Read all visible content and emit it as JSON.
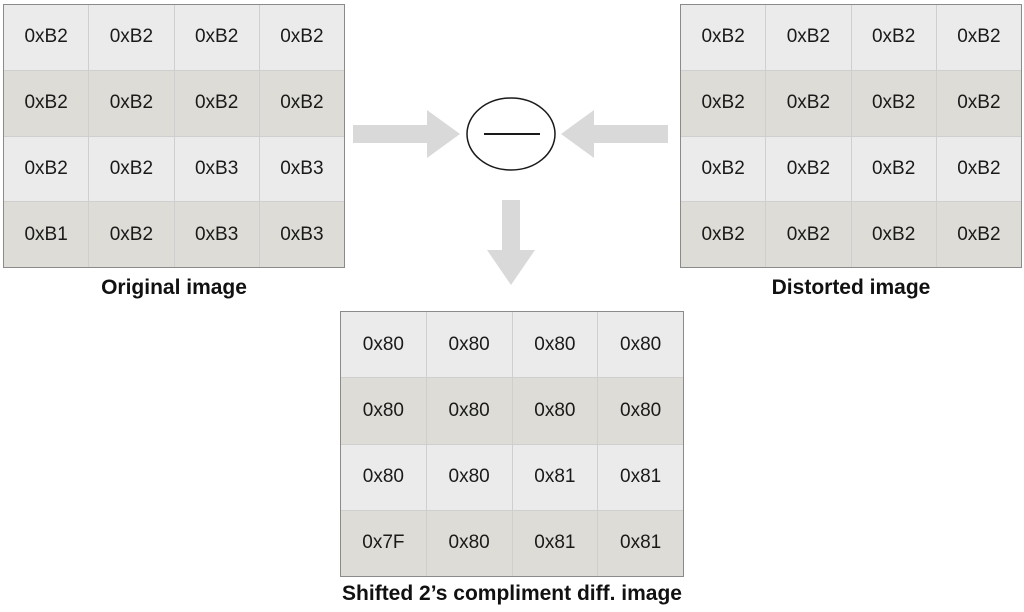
{
  "original": {
    "caption": "Original image",
    "rows": [
      [
        "0xB2",
        "0xB2",
        "0xB2",
        "0xB2"
      ],
      [
        "0xB2",
        "0xB2",
        "0xB2",
        "0xB2"
      ],
      [
        "0xB2",
        "0xB2",
        "0xB3",
        "0xB3"
      ],
      [
        "0xB1",
        "0xB2",
        "0xB3",
        "0xB3"
      ]
    ]
  },
  "distorted": {
    "caption": "Distorted image",
    "rows": [
      [
        "0xB2",
        "0xB2",
        "0xB2",
        "0xB2"
      ],
      [
        "0xB2",
        "0xB2",
        "0xB2",
        "0xB2"
      ],
      [
        "0xB2",
        "0xB2",
        "0xB2",
        "0xB2"
      ],
      [
        "0xB2",
        "0xB2",
        "0xB2",
        "0xB2"
      ]
    ]
  },
  "difference": {
    "caption": "Shifted 2’s compliment diff. image",
    "rows": [
      [
        "0x80",
        "0x80",
        "0x80",
        "0x80"
      ],
      [
        "0x80",
        "0x80",
        "0x80",
        "0x80"
      ],
      [
        "0x80",
        "0x80",
        "0x81",
        "0x81"
      ],
      [
        "0x7F",
        "0x80",
        "0x81",
        "0x81"
      ]
    ]
  },
  "operator": {
    "icon": "minus-operator-icon"
  },
  "colors": {
    "row_light": "#ebebeb",
    "row_dark": "#dddcd6",
    "arrow": "#d9d9d9",
    "grid_border": "#8a8a8a"
  }
}
